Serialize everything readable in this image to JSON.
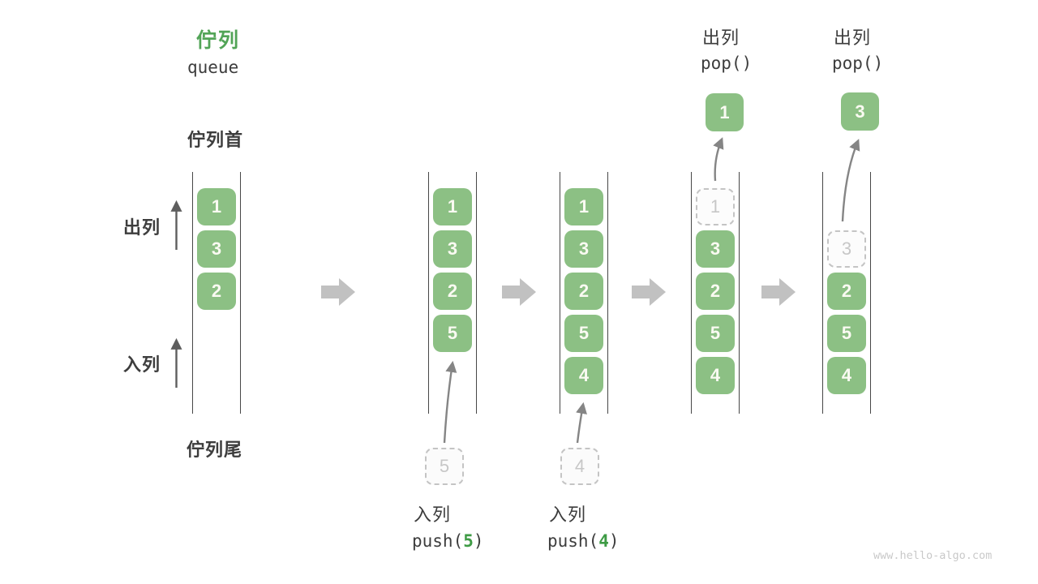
{
  "title": {
    "zh": "佇列",
    "en": "queue"
  },
  "side_labels": {
    "front": "佇列首",
    "dequeue": "出列",
    "enqueue": "入列",
    "rear": "佇列尾"
  },
  "ops": {
    "push5": {
      "action": "入列",
      "fn_open": "push(",
      "arg": "5",
      "fn_close": ")"
    },
    "push4": {
      "action": "入列",
      "fn_open": "push(",
      "arg": "4",
      "fn_close": ")"
    },
    "pop1": {
      "action": "出列",
      "fn": "pop()"
    },
    "pop2": {
      "action": "出列",
      "fn": "pop()"
    }
  },
  "columns": [
    {
      "cells": [
        {
          "value": "1"
        },
        {
          "value": "3"
        },
        {
          "value": "2"
        }
      ]
    },
    {
      "cells": [
        {
          "value": "1"
        },
        {
          "value": "3"
        },
        {
          "value": "2"
        },
        {
          "value": "5"
        }
      ],
      "staged": "5"
    },
    {
      "cells": [
        {
          "value": "1"
        },
        {
          "value": "3"
        },
        {
          "value": "2"
        },
        {
          "value": "5"
        },
        {
          "value": "4"
        }
      ],
      "staged": "4"
    },
    {
      "ghost": "1",
      "cells": [
        {
          "value": "3"
        },
        {
          "value": "2"
        },
        {
          "value": "5"
        },
        {
          "value": "4"
        }
      ],
      "popped": "1"
    },
    {
      "ghost": "3",
      "cells": [
        {
          "value": "2"
        },
        {
          "value": "5"
        },
        {
          "value": "4"
        }
      ],
      "popped": "3"
    }
  ],
  "watermark": "www.hello-algo.com",
  "colors": {
    "accent_green": "#52a457",
    "box_green": "#8cc084",
    "arg_green": "#3e9b45",
    "ghost_gray": "#c7c7c7",
    "flow_arrow_gray": "#c1c1c1",
    "text_dark": "#3d3d3d",
    "line_dark": "#474747",
    "watermark_gray": "#c9c9c9"
  }
}
